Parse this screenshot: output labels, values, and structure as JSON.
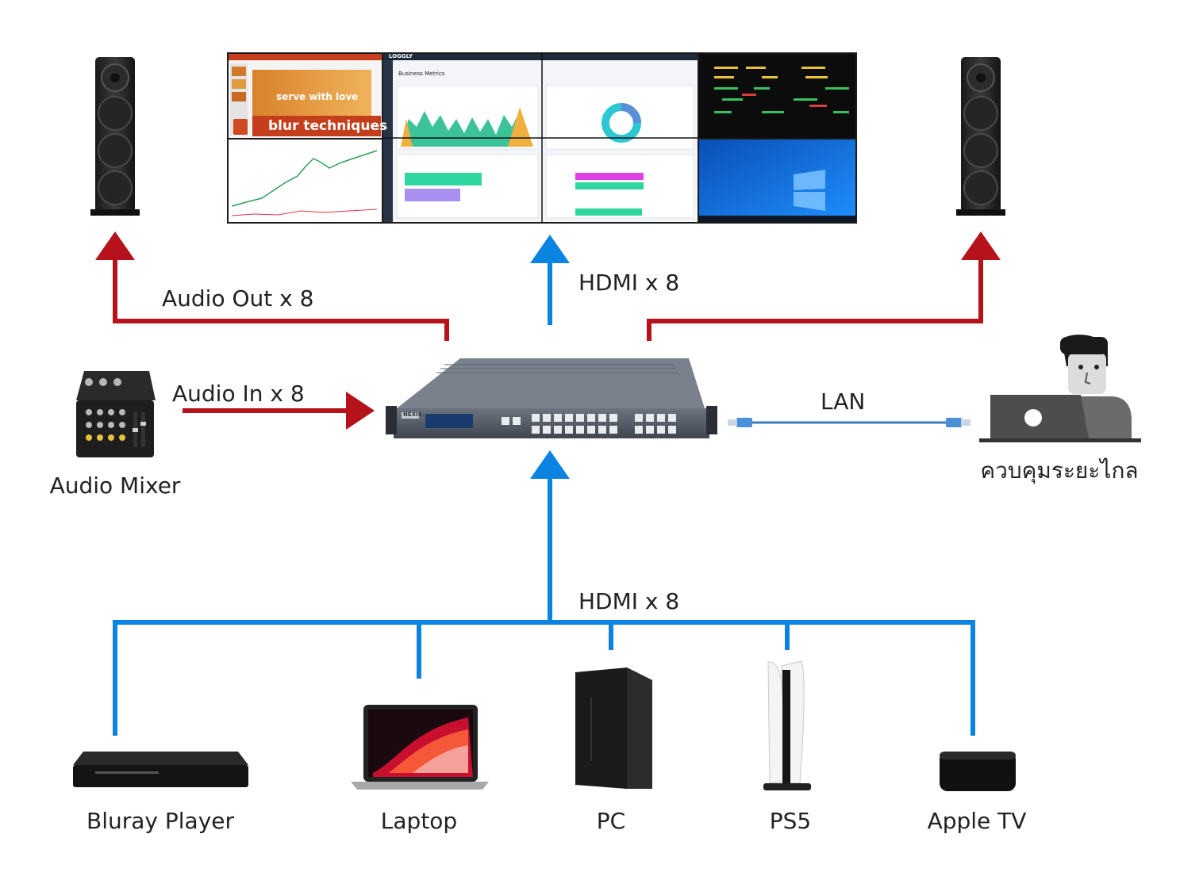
{
  "labels": {
    "audio_out": "Audio Out x 8",
    "hdmi_out": "HDMI x 8",
    "audio_in": "Audio In x 8",
    "lan": "LAN",
    "hdmi_in": "HDMI x 8",
    "audio_mixer": "Audio Mixer",
    "remote_control": "ควบคุมระยะไกล"
  },
  "sources": [
    {
      "label": "Bluray Player"
    },
    {
      "label": "Laptop"
    },
    {
      "label": "PC"
    },
    {
      "label": "PS5"
    },
    {
      "label": "Apple TV"
    }
  ],
  "video_wall": {
    "slide_line1": "serve with love",
    "slide_line2": "blur techniques",
    "dashboard_brand": "LOGGLY",
    "dashboard_title": "Business Metrics"
  },
  "device": {
    "brand": "NEXIS"
  },
  "colors": {
    "audio": "#b5121b",
    "hdmi": "#0a84e0",
    "lan": "#3b7cc4"
  },
  "icons": [
    "speaker-left-icon",
    "speaker-right-icon",
    "video-wall-icon",
    "matrix-switcher-icon",
    "audio-mixer-icon",
    "remote-user-icon",
    "bluray-player-icon",
    "laptop-icon",
    "pc-icon",
    "ps5-icon",
    "apple-tv-icon"
  ]
}
